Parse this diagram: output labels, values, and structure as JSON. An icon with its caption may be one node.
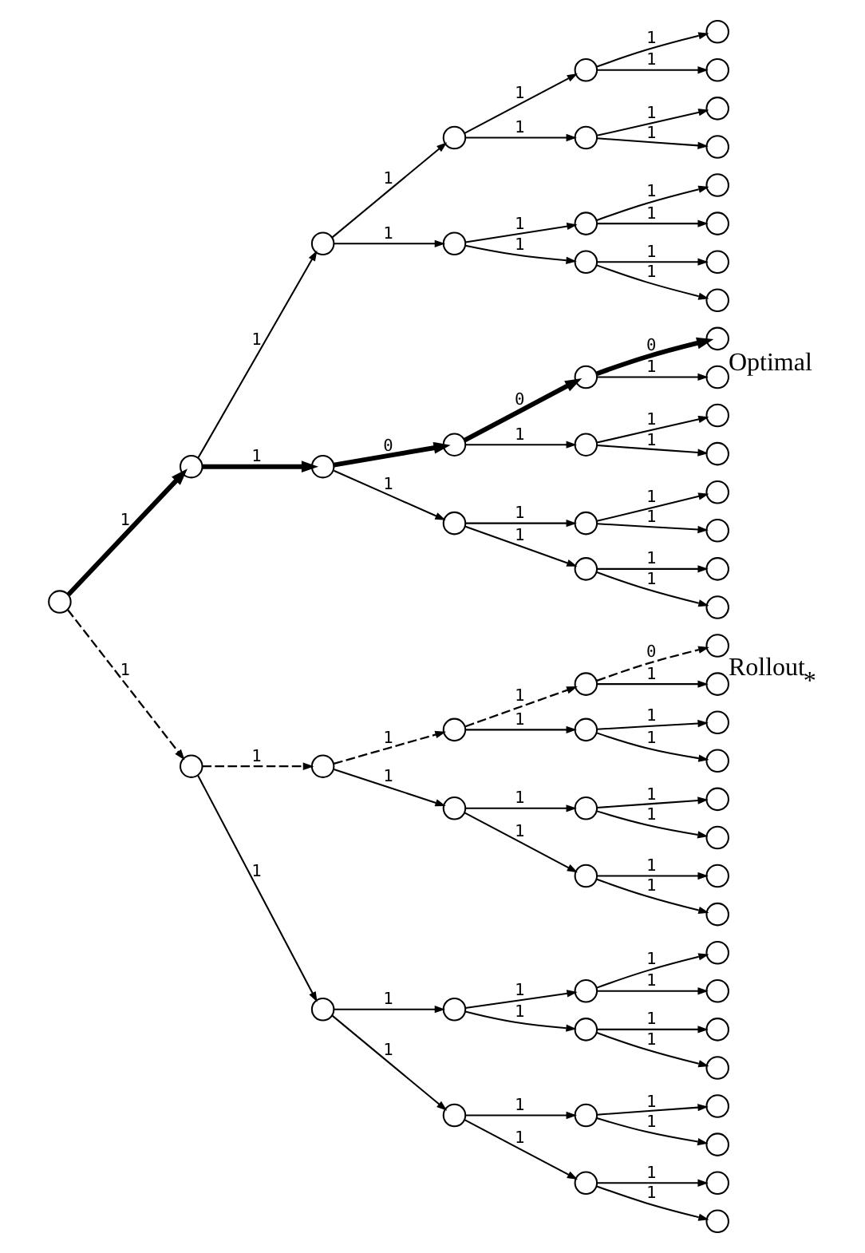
{
  "diagram": {
    "nodes": [
      {
        "text": [],
        "shape": "circle"
      },
      {
        "text": [],
        "shape": "circle"
      },
      {
        "text": [],
        "shape": "circle"
      },
      {
        "text": [],
        "shape": "circle"
      },
      {
        "text": [],
        "shape": "circle"
      },
      {
        "text": [],
        "shape": "circle"
      },
      {
        "text": [],
        "shape": "circle"
      },
      {
        "text": [],
        "shape": "circle"
      },
      {
        "text": [],
        "shape": "circle"
      },
      {
        "text": [],
        "shape": "circle"
      },
      {
        "text": [],
        "shape": "circle"
      },
      {
        "text": [],
        "shape": "circle"
      },
      {
        "text": [],
        "shape": "circle"
      },
      {
        "text": [],
        "shape": "circle"
      },
      {
        "text": [],
        "shape": "circle"
      },
      {
        "text": [],
        "shape": "circle"
      },
      {
        "text": [],
        "shape": "circle"
      },
      {
        "text": [],
        "shape": "circle"
      },
      {
        "text": [],
        "shape": "circle"
      },
      {
        "text": [],
        "shape": "circle"
      },
      {
        "text": [],
        "shape": "circle",
        "beside": [
          "Optimal"
        ]
      },
      {
        "text": [],
        "shape": "circle"
      },
      {
        "text": [],
        "shape": "circle"
      },
      {
        "text": [],
        "shape": "circle"
      },
      {
        "text": [],
        "shape": "circle"
      },
      {
        "text": [],
        "shape": "circle"
      },
      {
        "text": [],
        "shape": "circle"
      },
      {
        "text": [],
        "shape": "circle"
      },
      {
        "text": [],
        "shape": "circle"
      },
      {
        "text": [],
        "shape": "circle"
      },
      {
        "text": [],
        "shape": "circle"
      },
      {
        "text": [],
        "shape": "circle"
      },
      {
        "text": [],
        "shape": "circle"
      },
      {
        "text": [],
        "shape": "circle"
      },
      {
        "text": [],
        "shape": "circle"
      },
      {
        "text": [],
        "shape": "circle"
      },
      {
        "text": [],
        "shape": "circle",
        "beside": [
          "Rollout$_{*}$"
        ]
      },
      {
        "text": [],
        "shape": "circle"
      },
      {
        "text": [],
        "shape": "circle"
      },
      {
        "text": [],
        "shape": "circle"
      },
      {
        "text": [],
        "shape": "circle"
      },
      {
        "text": [],
        "shape": "circle"
      },
      {
        "text": [],
        "shape": "circle"
      },
      {
        "text": [],
        "shape": "circle"
      },
      {
        "text": [],
        "shape": "circle"
      },
      {
        "text": [],
        "shape": "circle"
      },
      {
        "text": [],
        "shape": "circle"
      },
      {
        "text": [],
        "shape": "circle"
      },
      {
        "text": [],
        "shape": "circle"
      },
      {
        "text": [],
        "shape": "circle"
      },
      {
        "text": [],
        "shape": "circle"
      },
      {
        "text": [],
        "shape": "circle"
      },
      {
        "text": [],
        "shape": "circle"
      },
      {
        "text": [],
        "shape": "circle"
      },
      {
        "text": [],
        "shape": "circle"
      },
      {
        "text": [],
        "shape": "circle"
      },
      {
        "text": [],
        "shape": "circle"
      },
      {
        "text": [],
        "shape": "circle"
      },
      {
        "text": [],
        "shape": "circle"
      },
      {
        "text": [],
        "shape": "circle"
      },
      {
        "text": [],
        "shape": "circle"
      },
      {
        "text": [],
        "shape": "circle"
      },
      {
        "text": [],
        "shape": "circle"
      }
    ],
    "edges": [
      {
        "from": 0,
        "to": 1,
        "arrow": "to",
        "label": "1",
        "style": "thick"
      },
      {
        "from": 1,
        "to": 2,
        "arrow": "to",
        "label": "1"
      },
      {
        "from": 2,
        "to": 3,
        "arrow": "to",
        "label": "1"
      },
      {
        "from": 3,
        "to": 4,
        "arrow": "to",
        "label": "1"
      },
      {
        "from": 4,
        "to": 5,
        "arrow": "to",
        "label": "1"
      },
      {
        "from": 4,
        "to": 6,
        "arrow": "to",
        "label": "1"
      },
      {
        "from": 3,
        "to": 7,
        "arrow": "to",
        "label": "1"
      },
      {
        "from": 7,
        "to": 8,
        "arrow": "to",
        "label": "1"
      },
      {
        "from": 7,
        "to": 9,
        "arrow": "to",
        "label": "1"
      },
      {
        "from": 2,
        "to": 10,
        "arrow": "to",
        "label": "1"
      },
      {
        "from": 10,
        "to": 11,
        "arrow": "to",
        "label": "1"
      },
      {
        "from": 11,
        "to": 12,
        "arrow": "to",
        "label": "1"
      },
      {
        "from": 11,
        "to": 13,
        "arrow": "to",
        "label": "1"
      },
      {
        "from": 10,
        "to": 14,
        "arrow": "to",
        "label": "1"
      },
      {
        "from": 14,
        "to": 15,
        "arrow": "to",
        "label": "1"
      },
      {
        "from": 14,
        "to": 16,
        "arrow": "to",
        "label": "1"
      },
      {
        "from": 1,
        "to": 17,
        "arrow": "to",
        "label": "1",
        "style": "thick"
      },
      {
        "from": 17,
        "to": 18,
        "arrow": "to",
        "label": "0",
        "style": "thick"
      },
      {
        "from": 18,
        "to": 19,
        "arrow": "to",
        "label": "0",
        "style": "thick"
      },
      {
        "from": 19,
        "to": 20,
        "arrow": "to",
        "label": "0",
        "style": "thick"
      },
      {
        "from": 19,
        "to": 21,
        "arrow": "to",
        "label": "1"
      },
      {
        "from": 18,
        "to": 22,
        "arrow": "to",
        "label": "1"
      },
      {
        "from": 22,
        "to": 23,
        "arrow": "to",
        "label": "1"
      },
      {
        "from": 22,
        "to": 24,
        "arrow": "to",
        "label": "1"
      },
      {
        "from": 17,
        "to": 25,
        "arrow": "to",
        "label": "1"
      },
      {
        "from": 25,
        "to": 26,
        "arrow": "to",
        "label": "1"
      },
      {
        "from": 26,
        "to": 27,
        "arrow": "to",
        "label": "1"
      },
      {
        "from": 26,
        "to": 28,
        "arrow": "to",
        "label": "1"
      },
      {
        "from": 25,
        "to": 29,
        "arrow": "to",
        "label": "1"
      },
      {
        "from": 29,
        "to": 30,
        "arrow": "to",
        "label": "1"
      },
      {
        "from": 29,
        "to": 31,
        "arrow": "to",
        "label": "1"
      },
      {
        "from": 0,
        "to": 32,
        "arrow": "to",
        "label": "1",
        "style": "dashed"
      },
      {
        "from": 32,
        "to": 33,
        "arrow": "to",
        "label": "1",
        "style": "dashed"
      },
      {
        "from": 33,
        "to": 34,
        "arrow": "to",
        "label": "1",
        "style": "dashed"
      },
      {
        "from": 34,
        "to": 35,
        "arrow": "to",
        "label": "1",
        "style": "dashed"
      },
      {
        "from": 35,
        "to": 36,
        "arrow": "to",
        "label": "0",
        "style": "dashed"
      },
      {
        "from": 35,
        "to": 37,
        "arrow": "to",
        "label": "1"
      },
      {
        "from": 34,
        "to": 38,
        "arrow": "to",
        "label": "1"
      },
      {
        "from": 38,
        "to": 39,
        "arrow": "to",
        "label": "1"
      },
      {
        "from": 38,
        "to": 40,
        "arrow": "to",
        "label": "1"
      },
      {
        "from": 33,
        "to": 41,
        "arrow": "to",
        "label": "1"
      },
      {
        "from": 41,
        "to": 42,
        "arrow": "to",
        "label": "1"
      },
      {
        "from": 42,
        "to": 43,
        "arrow": "to",
        "label": "1"
      },
      {
        "from": 42,
        "to": 44,
        "arrow": "to",
        "label": "1"
      },
      {
        "from": 41,
        "to": 45,
        "arrow": "to",
        "label": "1"
      },
      {
        "from": 45,
        "to": 46,
        "arrow": "to",
        "label": "1"
      },
      {
        "from": 45,
        "to": 47,
        "arrow": "to",
        "label": "1"
      },
      {
        "from": 32,
        "to": 48,
        "arrow": "to",
        "label": "1"
      },
      {
        "from": 48,
        "to": 49,
        "arrow": "to",
        "label": "1"
      },
      {
        "from": 49,
        "to": 50,
        "arrow": "to",
        "label": "1"
      },
      {
        "from": 50,
        "to": 51,
        "arrow": "to",
        "label": "1"
      },
      {
        "from": 50,
        "to": 52,
        "arrow": "to",
        "label": "1"
      },
      {
        "from": 49,
        "to": 53,
        "arrow": "to",
        "label": "1"
      },
      {
        "from": 53,
        "to": 54,
        "arrow": "to",
        "label": "1"
      },
      {
        "from": 53,
        "to": 55,
        "arrow": "to",
        "label": "1"
      },
      {
        "from": 48,
        "to": 56,
        "arrow": "to",
        "label": "1"
      },
      {
        "from": 56,
        "to": 57,
        "arrow": "to",
        "label": "1"
      },
      {
        "from": 57,
        "to": 58,
        "arrow": "to",
        "label": "1"
      },
      {
        "from": 57,
        "to": 59,
        "arrow": "to",
        "label": "1"
      },
      {
        "from": 56,
        "to": 60,
        "arrow": "to",
        "label": "1"
      },
      {
        "from": 60,
        "to": 61,
        "arrow": "to",
        "label": "1"
      },
      {
        "from": 60,
        "to": 62,
        "arrow": "to",
        "label": "1"
      }
    ]
  }
}
